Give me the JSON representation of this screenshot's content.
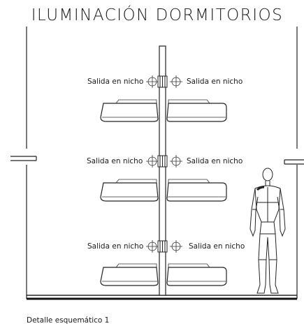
{
  "title": "ILUMINACIÓN DORMITORIOS",
  "outlet_label": "Salida en nicho",
  "caption": "Detalle esquemático 1",
  "bunks": [
    {
      "level": "top"
    },
    {
      "level": "middle"
    },
    {
      "level": "bottom"
    }
  ]
}
